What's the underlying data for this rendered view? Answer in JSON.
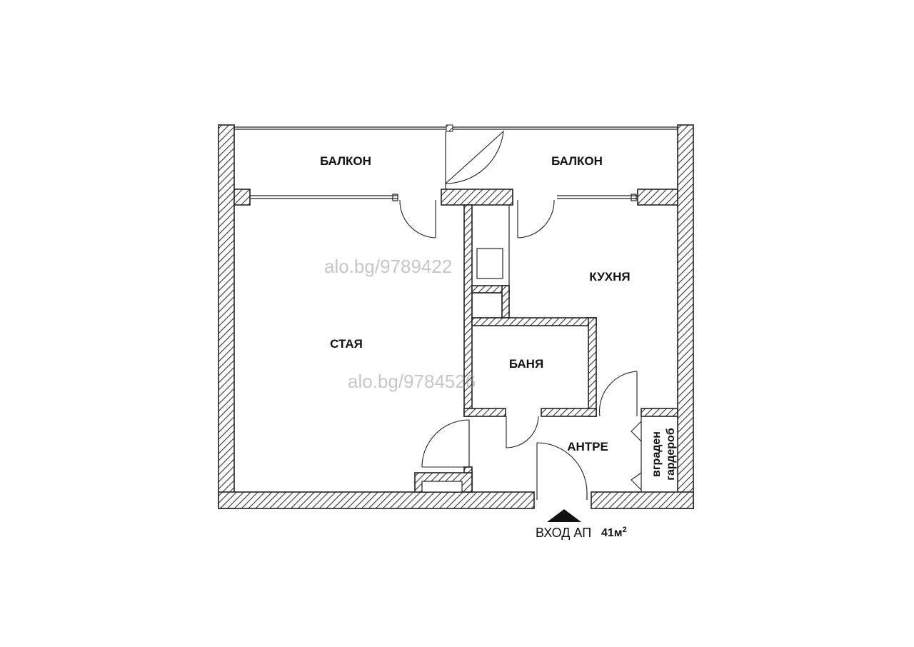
{
  "rooms": {
    "balcony_left": "БАЛКОН",
    "balcony_right": "БАЛКОН",
    "kitchen": "КУХНЯ",
    "room": "СТАЯ",
    "bathroom": "БАНЯ",
    "hallway": "АНТРЕ",
    "wardrobe_line1": "вграден",
    "wardrobe_line2": "гардероб"
  },
  "entry": {
    "label": "ВХОД АП"
  },
  "area": {
    "value": "41м",
    "superscript": "2"
  },
  "watermarks": [
    "alo.bg/9789422",
    "alo.bg/9784526"
  ],
  "colors": {
    "wall_stroke": "#222222",
    "hatch": "#333333",
    "background": "#ffffff"
  }
}
